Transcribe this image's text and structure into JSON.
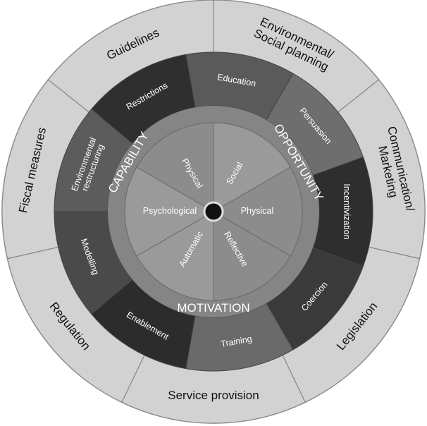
{
  "policies": [
    {
      "label": [
        "Environmental/",
        "Social planning"
      ]
    },
    {
      "label": [
        "Communication/",
        "Marketing"
      ]
    },
    {
      "label": [
        "Legislation"
      ]
    },
    {
      "label": [
        "Service provision"
      ]
    },
    {
      "label": [
        "Regulation"
      ]
    },
    {
      "label": [
        "Fiscal measures"
      ]
    },
    {
      "label": [
        "Guidelines"
      ]
    }
  ],
  "interventions": [
    {
      "label": [
        "Education"
      ]
    },
    {
      "label": [
        "Persuasion"
      ]
    },
    {
      "label": [
        "Incentivization"
      ]
    },
    {
      "label": [
        "Coercion"
      ]
    },
    {
      "label": [
        "Training"
      ]
    },
    {
      "label": [
        "Enablement"
      ]
    },
    {
      "label": [
        "Modelling"
      ]
    },
    {
      "label": [
        "Environmental",
        "restructuring"
      ]
    },
    {
      "label": [
        "Restrictions"
      ]
    }
  ],
  "sources": [
    {
      "label": "OPPORTUNITY",
      "subs": [
        "Social",
        "Physical"
      ]
    },
    {
      "label": "MOTIVATION",
      "subs": [
        "Reflective",
        "Automatic"
      ]
    },
    {
      "label": "CAPABILITY",
      "subs": [
        "Psychological",
        "Physical"
      ]
    }
  ],
  "colors": {
    "outer": "#d2d2d2",
    "middle": [
      "#5a5a5a",
      "#6e6e6e",
      "#2e2e2e",
      "#3a3a3a",
      "#6a6a6a",
      "#2c2c2c",
      "#4a4a4a",
      "#5c5c5c",
      "#2f2f2f"
    ],
    "band": "#858585",
    "inner": [
      "#9a9a9a",
      "#8c8c8c"
    ]
  }
}
